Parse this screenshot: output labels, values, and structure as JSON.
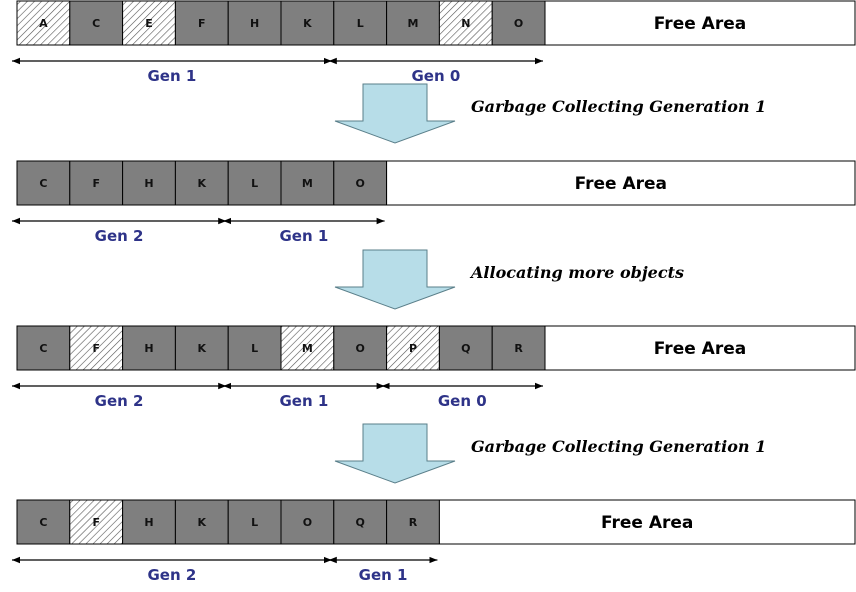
{
  "rows": [
    {
      "cells": [
        {
          "label": "A",
          "garbage": true
        },
        {
          "label": "C",
          "garbage": false
        },
        {
          "label": "E",
          "garbage": true
        },
        {
          "label": "F",
          "garbage": false
        },
        {
          "label": "H",
          "garbage": false
        },
        {
          "label": "K",
          "garbage": false
        },
        {
          "label": "L",
          "garbage": false
        },
        {
          "label": "M",
          "garbage": false
        },
        {
          "label": "N",
          "garbage": true
        },
        {
          "label": "O",
          "garbage": false
        }
      ],
      "free_label": "Free Area",
      "generations": [
        {
          "label": "Gen 1",
          "span": 6
        },
        {
          "label": "Gen 0",
          "span": 4
        }
      ]
    },
    {
      "cells": [
        {
          "label": "C",
          "garbage": false
        },
        {
          "label": "F",
          "garbage": false
        },
        {
          "label": "H",
          "garbage": false
        },
        {
          "label": "K",
          "garbage": false
        },
        {
          "label": "L",
          "garbage": false
        },
        {
          "label": "M",
          "garbage": false
        },
        {
          "label": "O",
          "garbage": false
        }
      ],
      "free_label": "Free Area",
      "generations": [
        {
          "label": "Gen 2",
          "span": 4
        },
        {
          "label": "Gen 1",
          "span": 3
        }
      ]
    },
    {
      "cells": [
        {
          "label": "C",
          "garbage": false
        },
        {
          "label": "F",
          "garbage": true
        },
        {
          "label": "H",
          "garbage": false
        },
        {
          "label": "K",
          "garbage": false
        },
        {
          "label": "L",
          "garbage": false
        },
        {
          "label": "M",
          "garbage": true
        },
        {
          "label": "O",
          "garbage": false
        },
        {
          "label": "P",
          "garbage": true
        },
        {
          "label": "Q",
          "garbage": false
        },
        {
          "label": "R",
          "garbage": false
        }
      ],
      "free_label": "Free Area",
      "generations": [
        {
          "label": "Gen 2",
          "span": 4
        },
        {
          "label": "Gen 1",
          "span": 3
        },
        {
          "label": "Gen 0",
          "span": 3
        }
      ]
    },
    {
      "cells": [
        {
          "label": "C",
          "garbage": false
        },
        {
          "label": "F",
          "garbage": true
        },
        {
          "label": "H",
          "garbage": false
        },
        {
          "label": "K",
          "garbage": false
        },
        {
          "label": "L",
          "garbage": false
        },
        {
          "label": "O",
          "garbage": false
        },
        {
          "label": "Q",
          "garbage": false
        },
        {
          "label": "R",
          "garbage": false
        }
      ],
      "free_label": "Free Area",
      "generations": [
        {
          "label": "Gen 2",
          "span": 6
        },
        {
          "label": "Gen 1",
          "span": 2
        }
      ]
    }
  ],
  "steps": [
    {
      "label": "Garbage Collecting Generation 1"
    },
    {
      "label": "Allocating more objects"
    },
    {
      "label": "Garbage Collecting Generation 1"
    }
  ],
  "colors": {
    "live_object": "#7f7f7f",
    "garbage_object": "#ffffff",
    "hatch": "#555555",
    "border": "#000000",
    "arrow_fill": "#b7dde8",
    "arrow_stroke": "#5a7f8a",
    "gen_text": "#2e3388"
  }
}
